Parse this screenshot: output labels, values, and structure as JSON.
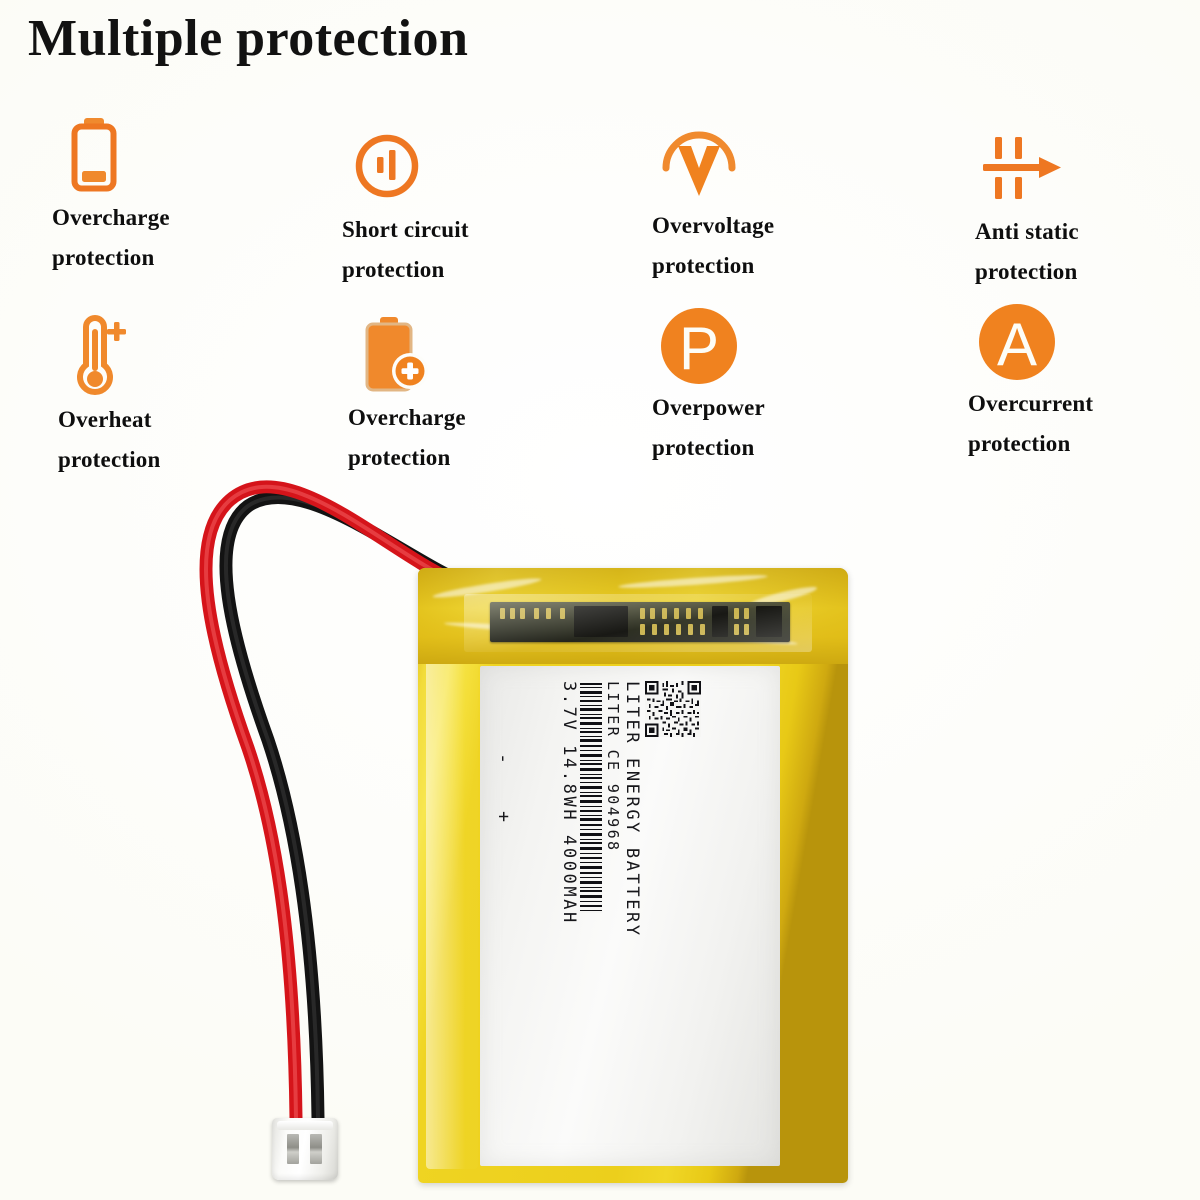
{
  "header": {
    "title": "Multiple protection"
  },
  "theme": {
    "accent_orange": "#ee7722",
    "accent_orange_light": "#f4913c",
    "background": "#fdfdfa",
    "text": "#0e0e0e"
  },
  "features": [
    {
      "icon": "battery-outline-icon",
      "line1": "Overcharge",
      "line2": "protection"
    },
    {
      "icon": "short-circuit-circle-icon",
      "line1": "Short circuit",
      "line2": "protection"
    },
    {
      "icon": "voltage-v-arc-icon",
      "line1": "Overvoltage",
      "line2": "protection"
    },
    {
      "icon": "anti-static-arrow-icon",
      "line1": "Anti static",
      "line2": "protection"
    },
    {
      "icon": "thermometer-plus-icon",
      "line1": "Overheat",
      "line2": "protection"
    },
    {
      "icon": "battery-plus-icon",
      "line1": "Overcharge",
      "line2": "protection"
    },
    {
      "icon": "letter-p-circle-icon",
      "line1": "Overpower",
      "line2": "protection"
    },
    {
      "icon": "letter-a-circle-icon",
      "line1": "Overcurrent",
      "line2": "protection"
    }
  ],
  "icon_glyphs": {
    "overpower_letter": "P",
    "overcurrent_letter": "A",
    "overvoltage_letter": "V",
    "overheat_plus": "+"
  },
  "product": {
    "label": {
      "brand_line": "LITER ENERGY BATTERY",
      "model_line": "LITER CE 904968",
      "spec_line": "3.7V 14.8WH 4000MAH",
      "terminal_positive": "+",
      "terminal_negative": "-"
    },
    "wires": {
      "positive_color": "#e01f1f",
      "negative_color": "#151515"
    },
    "pouch_color": "#eccf1c",
    "connector_type": "2-pin-jst-connector"
  }
}
